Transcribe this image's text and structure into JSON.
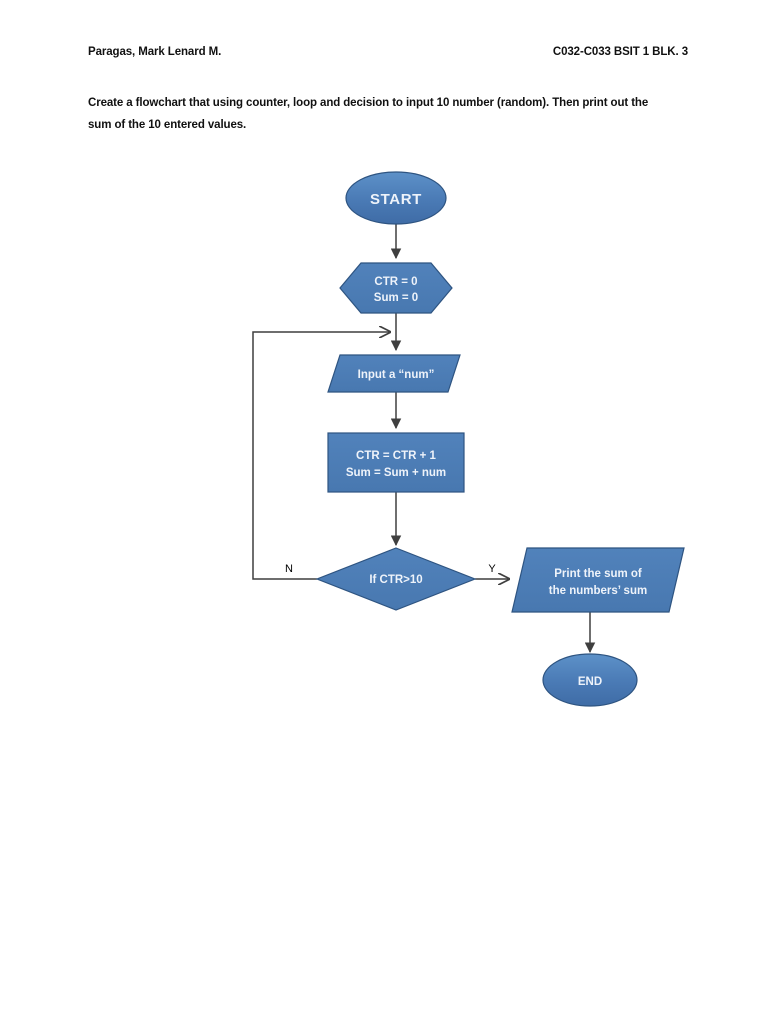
{
  "document": {
    "header": {
      "student_name": "Paragas, Mark Lenard M.",
      "course_code": "C032-C033 BSIT 1 BLK. 3"
    },
    "prompt": "Create a flowchart that using counter, loop and decision to input 10 number (random). Then print out the sum of the 10 entered values."
  },
  "colors": {
    "shape_fill": "#4a7ab5",
    "shape_fill_light": "#5b8ec4",
    "shape_stroke": "#2e5481",
    "shape_text": "#eef3fa",
    "connector": "#3f3f3f",
    "page_background": "#ffffff",
    "text": "#111111"
  },
  "chart_data": {
    "type": "diagram",
    "title": "Counter / loop / decision flowchart for summing 10 numbers",
    "nodes": [
      {
        "id": "start",
        "shape": "ellipse",
        "label": "START"
      },
      {
        "id": "init",
        "shape": "hexagon",
        "label_line1": "CTR = 0",
        "label_line2": "Sum = 0"
      },
      {
        "id": "input",
        "shape": "parallelogram",
        "label": "Input a “num”"
      },
      {
        "id": "process",
        "shape": "rectangle",
        "label_line1": "CTR = CTR + 1",
        "label_line2": "Sum = Sum + num"
      },
      {
        "id": "decision",
        "shape": "diamond",
        "label": "If CTR>10"
      },
      {
        "id": "print",
        "shape": "parallelogram",
        "label_line1": "Print the sum of",
        "label_line2": "the numbers’ sum"
      },
      {
        "id": "end",
        "shape": "ellipse",
        "label": "END"
      }
    ],
    "edges": [
      {
        "from": "start",
        "to": "init",
        "label": ""
      },
      {
        "from": "init",
        "to": "input",
        "label": ""
      },
      {
        "from": "input",
        "to": "process",
        "label": ""
      },
      {
        "from": "process",
        "to": "decision",
        "label": ""
      },
      {
        "from": "decision",
        "to": "input",
        "label": "N"
      },
      {
        "from": "decision",
        "to": "print",
        "label": "Y"
      },
      {
        "from": "print",
        "to": "end",
        "label": ""
      }
    ],
    "branch_labels": {
      "no": "N",
      "yes": "Y"
    }
  }
}
